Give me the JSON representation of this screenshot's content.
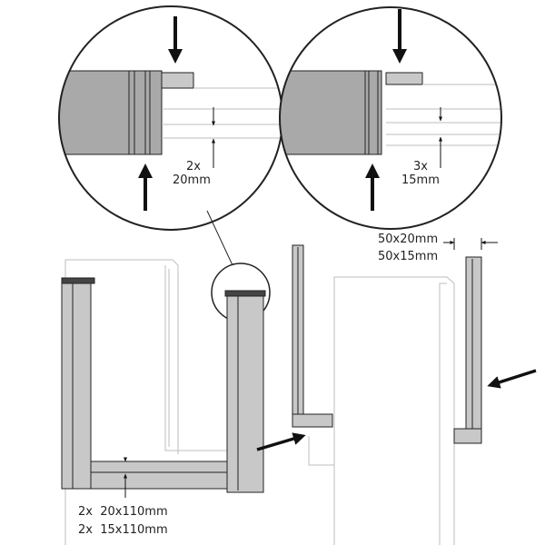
{
  "detail_left": {
    "count": "2x",
    "size": "20mm"
  },
  "detail_right": {
    "count": "3x",
    "size": "15mm"
  },
  "strip_sizes": {
    "line1": "50x20mm",
    "line2": "50x15mm"
  },
  "frame_sizes": {
    "line1": "2x  20x110mm",
    "line2": "2x  15x110mm"
  },
  "colors": {
    "part_fill": "#c8c8c8",
    "part_dark": "#a9a9a9",
    "line": "#222222",
    "faint": "#bdbdbd"
  }
}
